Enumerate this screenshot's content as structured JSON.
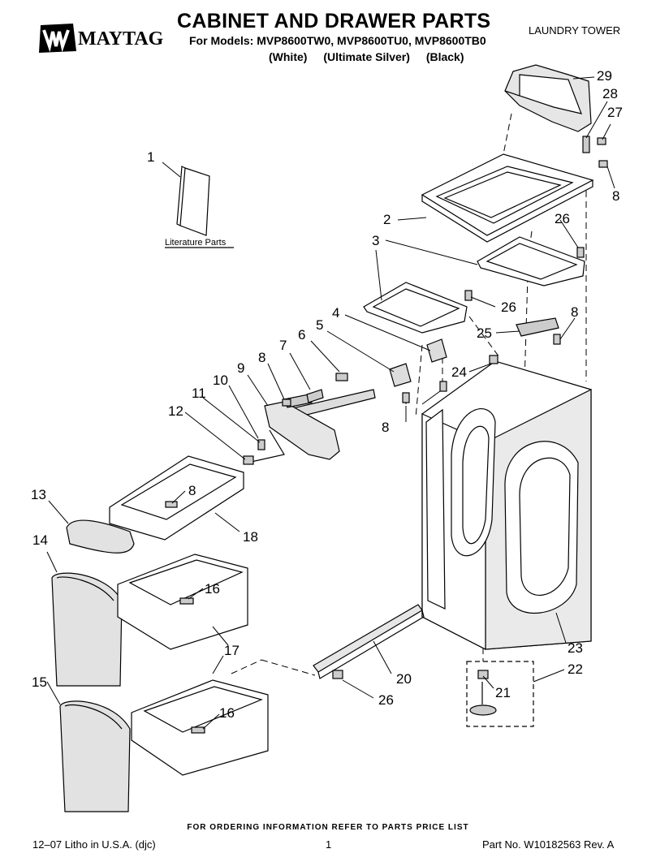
{
  "header": {
    "brand": "MAYTAG",
    "title": "CABINET AND DRAWER PARTS",
    "models_line": "For Models: MVP8600TW0, MVP8600TU0, MVP8600TB0",
    "variants": [
      "(White)",
      "(Ultimate Silver)",
      "(Black)"
    ],
    "category": "LAUNDRY TOWER"
  },
  "diagram": {
    "literature_label": "Literature Parts",
    "callouts": [
      "1",
      "2",
      "3",
      "4",
      "5",
      "6",
      "7",
      "8",
      "9",
      "10",
      "11",
      "12",
      "13",
      "14",
      "15",
      "16",
      "17",
      "18",
      "20",
      "21",
      "22",
      "23",
      "24",
      "25",
      "26",
      "27",
      "28",
      "29"
    ]
  },
  "footer": {
    "ordering_note": "FOR ORDERING INFORMATION REFER TO PARTS PRICE LIST",
    "litho": "12–07 Litho in U.S.A. (djc)",
    "page_number": "1",
    "part_number": "Part No. W10182563 Rev. A"
  }
}
